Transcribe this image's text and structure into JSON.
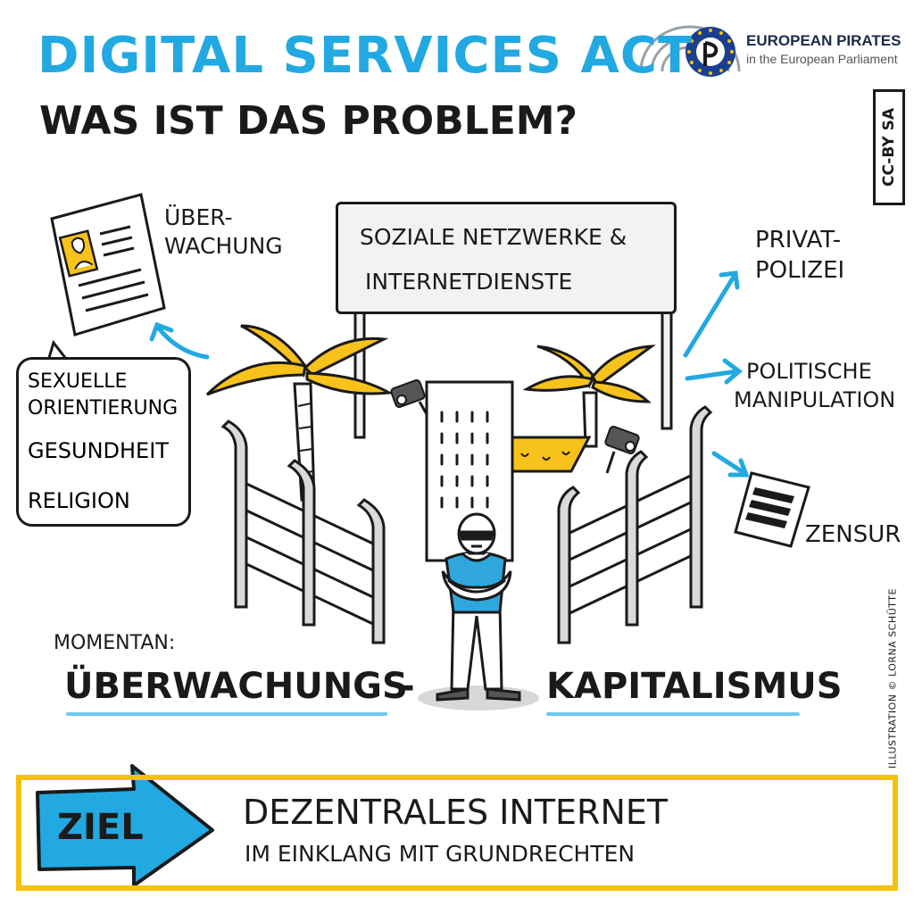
{
  "header": {
    "title": "DIGITAL SERVICES ACT",
    "subtitle": "WAS IST DAS PROBLEM?"
  },
  "brand": {
    "name": "EUROPEAN PIRATES",
    "tagline": "in the European Parliament"
  },
  "license": "CC-BY SA",
  "credit": "ILLUSTRATION © LORNA SCHÜTTE",
  "sign": {
    "line1": "SOZIALE NETZWERKE &",
    "line2": "INTERNETDIENSTE"
  },
  "labels": {
    "surveillance": [
      "ÜBER-",
      "WACHUNG"
    ],
    "private_police": [
      "PRIVAT-",
      "POLIZEI"
    ],
    "manipulation": [
      "POLITISCHE",
      "MANIPULATION"
    ],
    "censorship": "ZENSUR"
  },
  "bubble": {
    "items": [
      "SEXUELLE",
      "ORIENTIERUNG",
      "GESUNDHEIT",
      "RELIGION"
    ]
  },
  "current": {
    "label": "MOMENTAN:",
    "word1": "ÜBERWACHUNGS",
    "dash": "-",
    "word2": "KAPITALISMUS"
  },
  "goal": {
    "arrow_label": "ZIEL",
    "line1": "DEZENTRALES INTERNET",
    "line2": "IM EINKLANG MIT GRUNDRECHTEN"
  },
  "colors": {
    "accent_blue": "#22a9e1",
    "palm_yellow": "#f7c21b",
    "goal_border": "#f4c20d",
    "guard_shirt": "#2fa6dc"
  }
}
